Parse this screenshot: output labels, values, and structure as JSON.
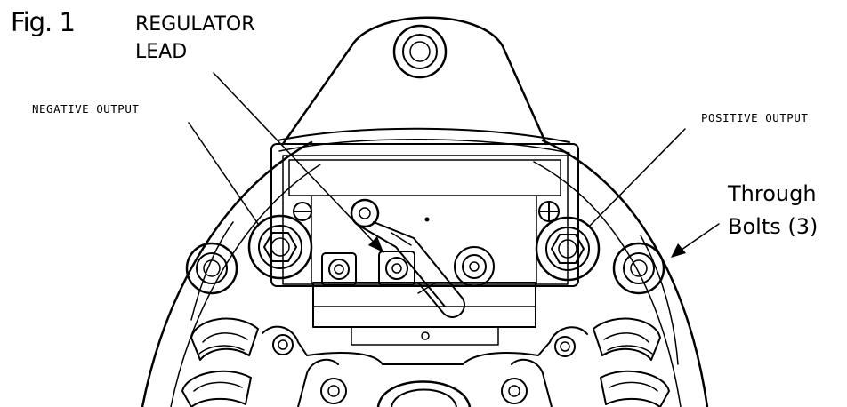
{
  "figure": {
    "label": "Fig. 1",
    "callouts": {
      "regulator_lead": [
        "REGULATOR",
        "LEAD"
      ],
      "negative_output": "NEGATIVE OUTPUT",
      "positive_output": "POSITIVE OUTPUT",
      "through_bolts": [
        "Through",
        "Bolts (3)"
      ]
    }
  },
  "colors": {
    "line": "#000000",
    "background": "#ffffff"
  }
}
